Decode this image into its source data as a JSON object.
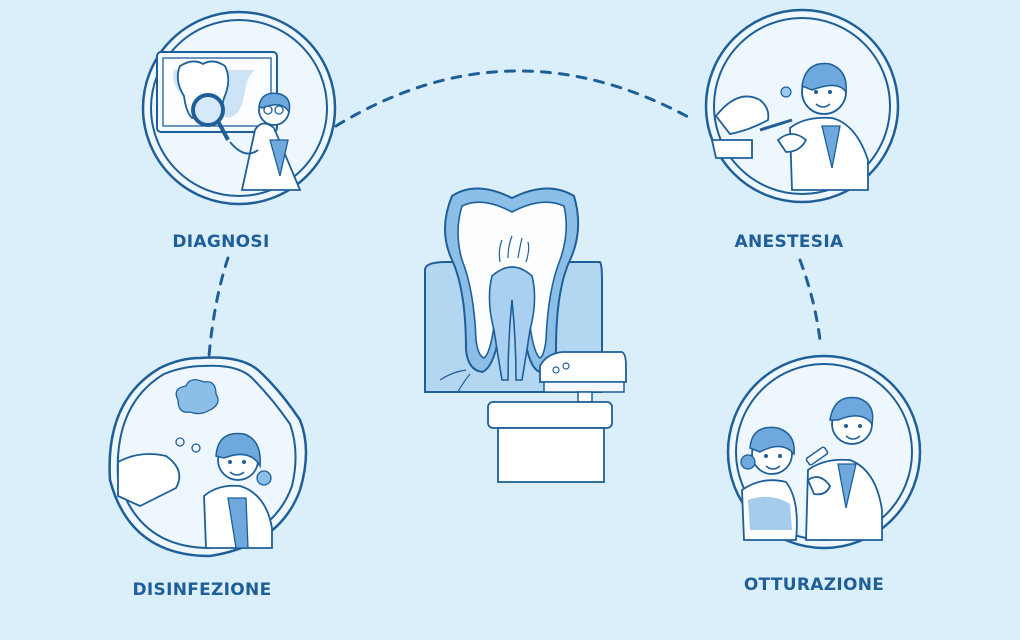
{
  "diagram": {
    "type": "cycle",
    "topic": "root-canal-treatment",
    "colors": {
      "background": "#dbeffb",
      "line": "#1e5f99",
      "fill": "#8cbfe8",
      "light_fill": "#f2f8fd",
      "label": "#1e5f99"
    },
    "steps": [
      {
        "id": "diagnosi",
        "label": "DIAGNOSI",
        "icon": "dentist-xray-magnifier-illustration"
      },
      {
        "id": "anestesia",
        "label": "ANESTESIA",
        "icon": "dentist-injection-illustration"
      },
      {
        "id": "otturazione",
        "label": "OTTURAZIONE",
        "icon": "dentist-patient-filling-illustration"
      },
      {
        "id": "disinfezione",
        "label": "DISINFEZIONE",
        "icon": "dentist-disinfection-illustration"
      }
    ],
    "center": {
      "icon": "tooth-cross-section-with-dental-unit"
    }
  }
}
